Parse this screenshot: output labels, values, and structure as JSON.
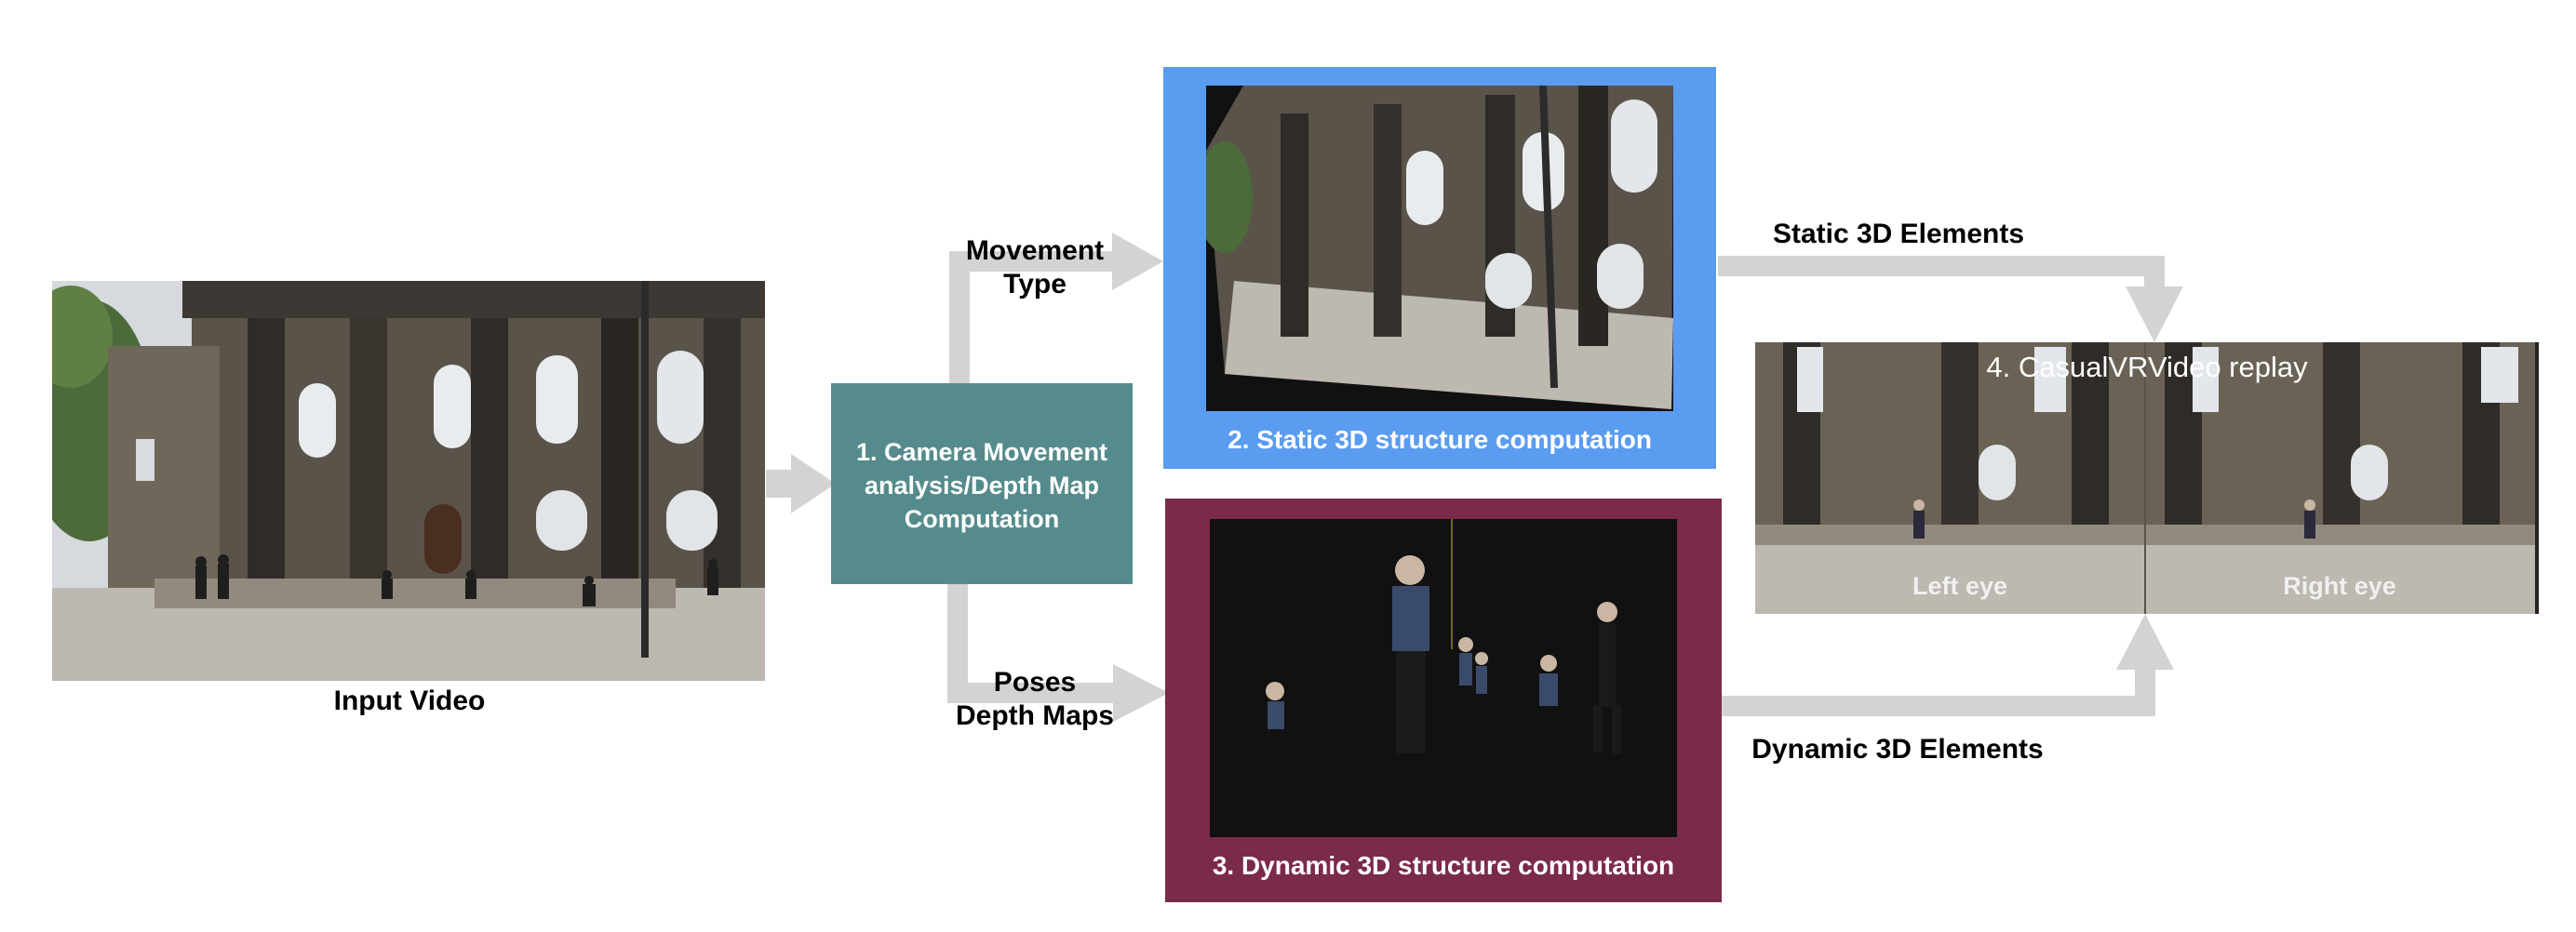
{
  "colors": {
    "arrow": "#d3d3d3",
    "camera_box": "#558b8c",
    "static_panel": "#5a9cf0",
    "dynamic_panel": "#7a2a4a",
    "black_bg": "#111111",
    "stone_dark": "#3f3a33",
    "stone_light": "#8a8172",
    "pavement": "#bdb8b0"
  },
  "input": {
    "label": "Input Video"
  },
  "camera_box": {
    "label_line1": "1. Camera Movement",
    "label_line2": "analysis/Depth Map",
    "label_line3": "Computation"
  },
  "edges": {
    "movement_line1": "Movement",
    "movement_line2": "Type",
    "poses_line1": "Poses",
    "poses_line2": "Depth Maps",
    "static_elements": "Static 3D Elements",
    "dynamic_elements": "Dynamic 3D Elements"
  },
  "static_panel": {
    "label": "2. Static 3D structure computation"
  },
  "dynamic_panel": {
    "label": "3. Dynamic 3D structure  computation"
  },
  "replay": {
    "title": "4. CasualVRVideo replay",
    "left_eye": "Left eye",
    "right_eye": "Right eye"
  }
}
